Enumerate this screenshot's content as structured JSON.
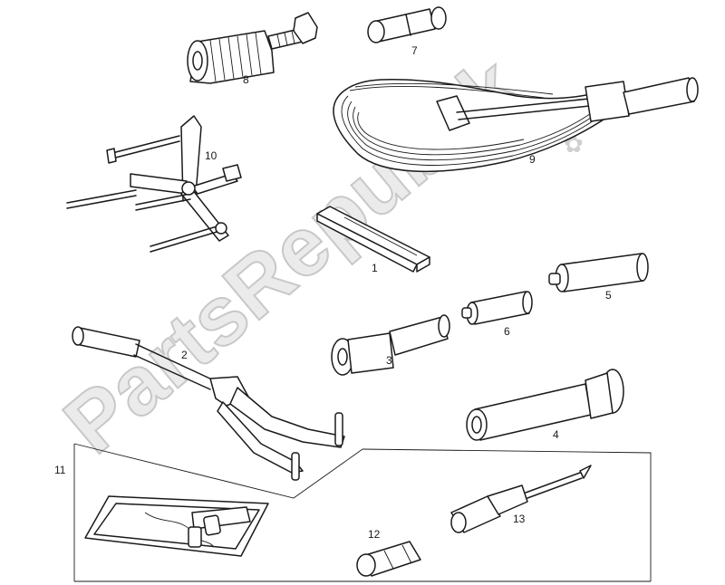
{
  "diagram": {
    "watermark": "PartsRepublik",
    "callouts": {
      "c1": "1",
      "c2": "2",
      "c3": "3",
      "c4": "4",
      "c5": "5",
      "c6": "6",
      "c7": "7",
      "c8": "8",
      "c9": "9",
      "c10": "10",
      "c11": "11",
      "c12": "12",
      "c13": "13"
    }
  }
}
